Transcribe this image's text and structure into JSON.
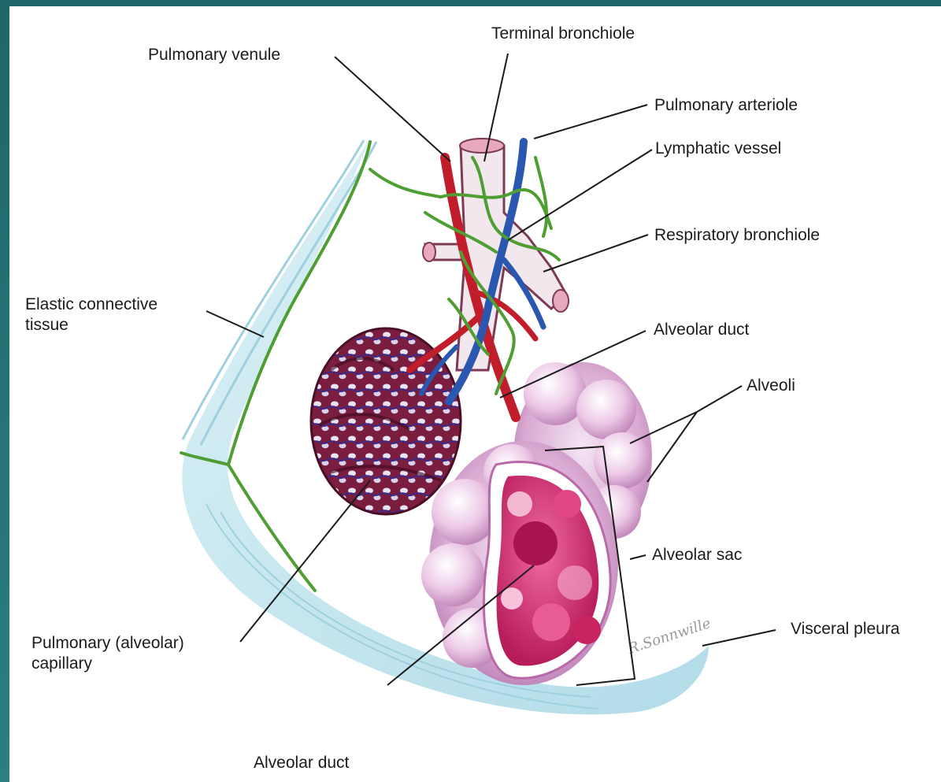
{
  "colors": {
    "frame": "#1f6b6d",
    "background": "#ffffff",
    "pleura": "#bfe3ec",
    "elastic_fiber": "#5aa83a",
    "capillary_net": "#6a1b3a",
    "alveoli": "#d9a9d2",
    "alveolar_interior": "#d0306e",
    "arteriole": "#2a58b0",
    "venule": "#c21d2a",
    "lymphatic": "#4f9e33"
  },
  "labels": {
    "terminal_bronchiole": "Terminal bronchiole",
    "pulmonary_venule": "Pulmonary venule",
    "pulmonary_arteriole": "Pulmonary arteriole",
    "lymphatic_vessel": "Lymphatic vessel",
    "respiratory_bronchiole": "Respiratory bronchiole",
    "elastic_connective_tissue_line1": "Elastic connective",
    "elastic_connective_tissue_line2": "tissue",
    "alveolar_duct_upper": "Alveolar duct",
    "alveoli": "Alveoli",
    "alveolar_sac": "Alveolar sac",
    "visceral_pleura": "Visceral pleura",
    "pulmonary_capillary_line1": "Pulmonary (alveolar)",
    "pulmonary_capillary_line2": "capillary",
    "alveolar_duct_lower": "Alveolar duct"
  },
  "signature": "R.Sonnwille"
}
